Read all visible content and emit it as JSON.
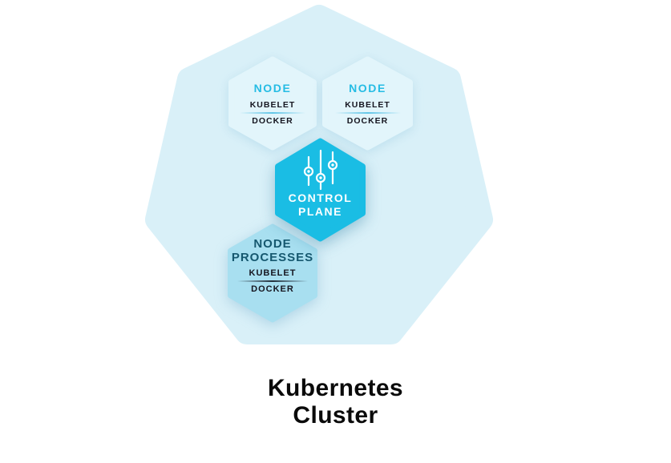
{
  "diagram": {
    "cluster": {
      "shape": "heptagon",
      "fill": "#d9f0f8",
      "title_line1": "Kubernetes",
      "title_line2": "Cluster",
      "title_color": "#0a0a0a"
    },
    "nodes": [
      {
        "label": "NODE",
        "processes": [
          "KUBELET",
          "DOCKER"
        ],
        "fill": "#e2f5fb",
        "label_color": "#25bce4"
      },
      {
        "label": "NODE",
        "processes": [
          "KUBELET",
          "DOCKER"
        ],
        "fill": "#e2f5fb",
        "label_color": "#25bce4"
      },
      {
        "label": "NODE PROCESSES",
        "processes": [
          "KUBELET",
          "DOCKER"
        ],
        "fill": "#a8dff0",
        "label_color": "#16586f"
      }
    ],
    "control_plane": {
      "label_line1": "CONTROL",
      "label_line2": "PLANE",
      "fill": "#1abde4",
      "text_color": "#ffffff",
      "icon": "sliders-icon"
    },
    "colors": {
      "process_text": "#15151f",
      "divider_light": "#5ac3e6",
      "divider_dark": "#1a2430",
      "background": "#ffffff"
    }
  }
}
